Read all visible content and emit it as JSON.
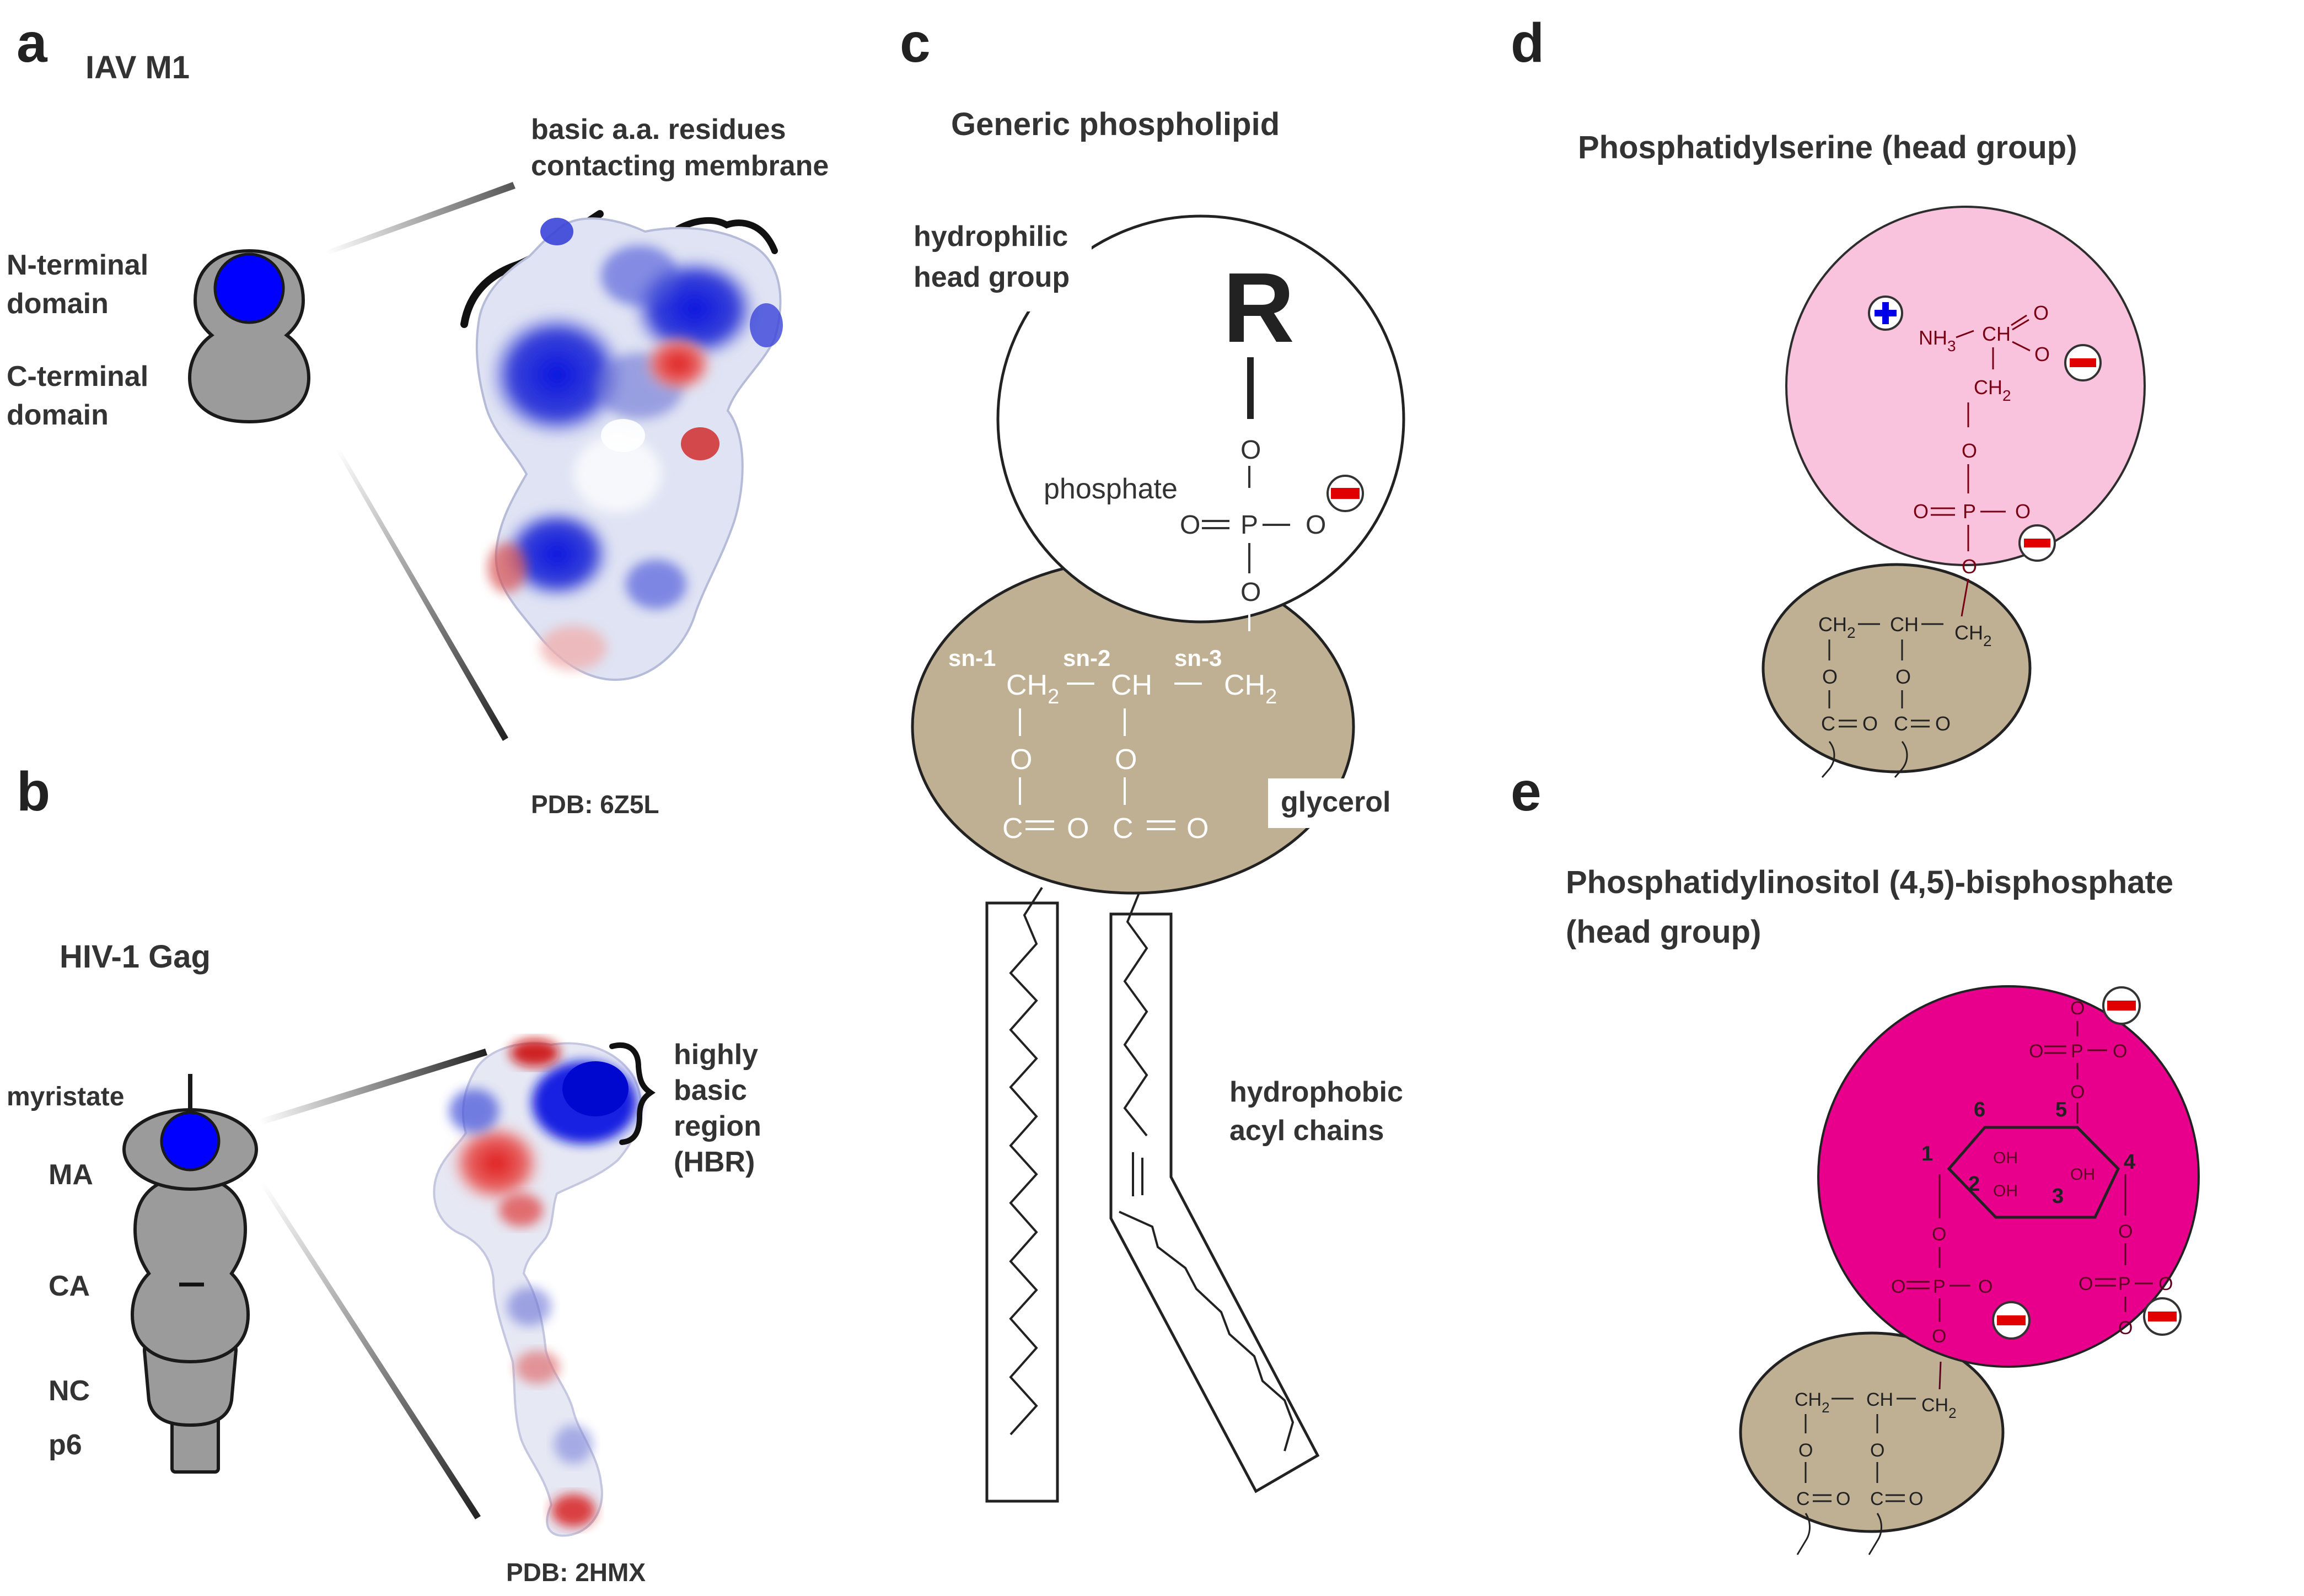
{
  "panel_a": {
    "letter": "a",
    "title": "IAV M1",
    "n_domain": [
      "N-terminal",
      "domain"
    ],
    "c_domain": [
      "C-terminal",
      "domain"
    ],
    "residues": [
      "basic a.a. residues",
      "contacting membrane"
    ],
    "pdb": "PDB: 6Z5L"
  },
  "panel_b": {
    "letter": "b",
    "title": "HIV-1 Gag",
    "myristate": "myristate",
    "domains": [
      "MA",
      "CA",
      "NC",
      "p6"
    ],
    "hbr": [
      "highly",
      "basic",
      "region",
      "(HBR)"
    ],
    "pdb": "PDB: 2HMX"
  },
  "panel_c": {
    "letter": "c",
    "title": "Generic phospholipid",
    "head": [
      "hydrophilic",
      "head group"
    ],
    "r": "R",
    "phosphate": "phosphate",
    "o": "O",
    "p": "P",
    "sn": [
      "sn-1",
      "sn-2",
      "sn-3"
    ],
    "ch2": "CH",
    "ch": "CH",
    "sub2": "2",
    "c": "C",
    "glycerol": "glycerol",
    "acyl": [
      "hydrophobic",
      "acyl chains"
    ]
  },
  "panel_d": {
    "letter": "d",
    "title": "Phosphatidylserine (head group)",
    "nh": "NH",
    "sub3": "3",
    "sub2": "2",
    "ch": "CH",
    "ch2": "CH",
    "o": "O",
    "p": "P",
    "c": "C"
  },
  "panel_e": {
    "letter": "e",
    "title": [
      "Phosphatidylinositol (4,5)-bisphosphate",
      "(head group)"
    ],
    "oh": "OH",
    "o": "O",
    "p": "P",
    "c": "C",
    "ch": "CH",
    "ch2": "CH",
    "sub2": "2",
    "ring_numbers": [
      "1",
      "2",
      "3",
      "4",
      "5",
      "6"
    ]
  },
  "colors": {
    "glycerol_tan": "#bfaf93",
    "ps_pink": "#f9bfdc",
    "pip2_magenta": "#e8008c",
    "charge_red": "#e00000",
    "charge_blue": "#0000e8",
    "domain_gray": "#9b9b9b",
    "head_blue": "#0000ff",
    "label_dark": "#2e2e2e",
    "chem_white": "#ffffff",
    "chem_red": "#7a0014"
  },
  "icons": [
    "negative-charge-icon",
    "positive-charge-icon",
    "protein-surface-image",
    "m1-domain-icon",
    "gag-domain-icon"
  ]
}
